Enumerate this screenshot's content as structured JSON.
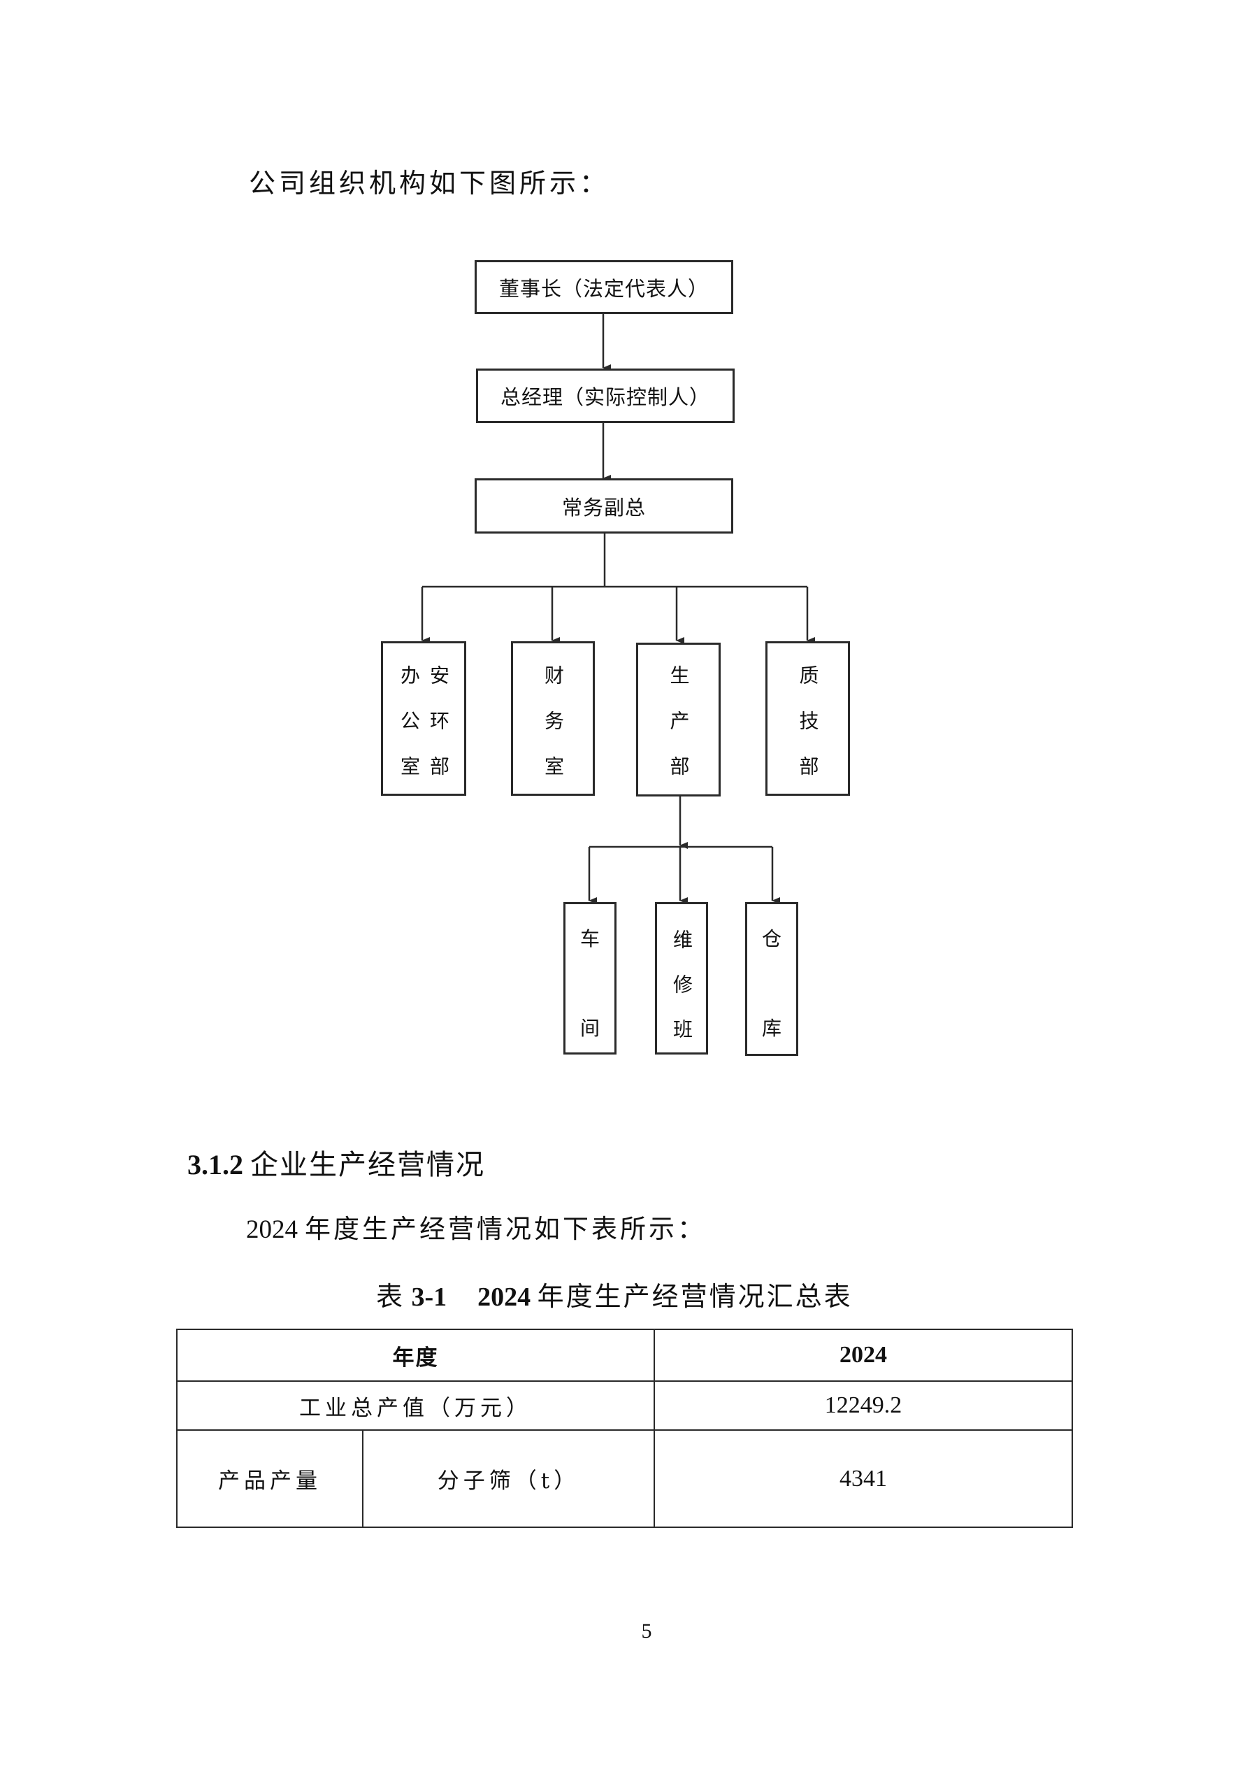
{
  "intro_text": "公司组织机构如下图所示：",
  "org_chart": {
    "chairman": "董事长（法定代表人）",
    "general_manager": "总经理（实际控制人）",
    "executive_vp": "常务副总",
    "departments": [
      {
        "columns": [
          [
            "办",
            "公",
            "室"
          ],
          [
            "安",
            "环",
            "部"
          ]
        ],
        "names": [
          "办公室",
          "安环部"
        ]
      },
      {
        "columns": [
          [
            "财",
            "务",
            "室"
          ]
        ],
        "names": [
          "财务室"
        ]
      },
      {
        "columns": [
          [
            "生",
            "产",
            "部"
          ]
        ],
        "names": [
          "生产部"
        ]
      },
      {
        "columns": [
          [
            "质",
            "技",
            "部"
          ]
        ],
        "names": [
          "质技部"
        ]
      }
    ],
    "production_units": [
      {
        "chars": [
          "车",
          "",
          "间"
        ],
        "name": "车间"
      },
      {
        "chars": [
          "维",
          "修",
          "班"
        ],
        "name": "维修班"
      },
      {
        "chars": [
          "仓",
          "",
          "库"
        ],
        "name": "仓库"
      }
    ]
  },
  "section": {
    "number": "3.1.2",
    "title": "企业生产经营情况"
  },
  "paragraph": {
    "year": "2024",
    "text": "年度生产经营情况如下表所示："
  },
  "table_caption": {
    "prefix": "表",
    "number": "3-1",
    "year": "2024",
    "title": "年度生产经营情况汇总表"
  },
  "table": {
    "header": {
      "label": "年度",
      "value": "2024"
    },
    "rows": [
      {
        "label": "工业总产值（万元）",
        "value": "12249.2"
      },
      {
        "group": "产品产量",
        "label": "分子筛（t）",
        "value": "4341"
      }
    ]
  },
  "page_number": "5"
}
